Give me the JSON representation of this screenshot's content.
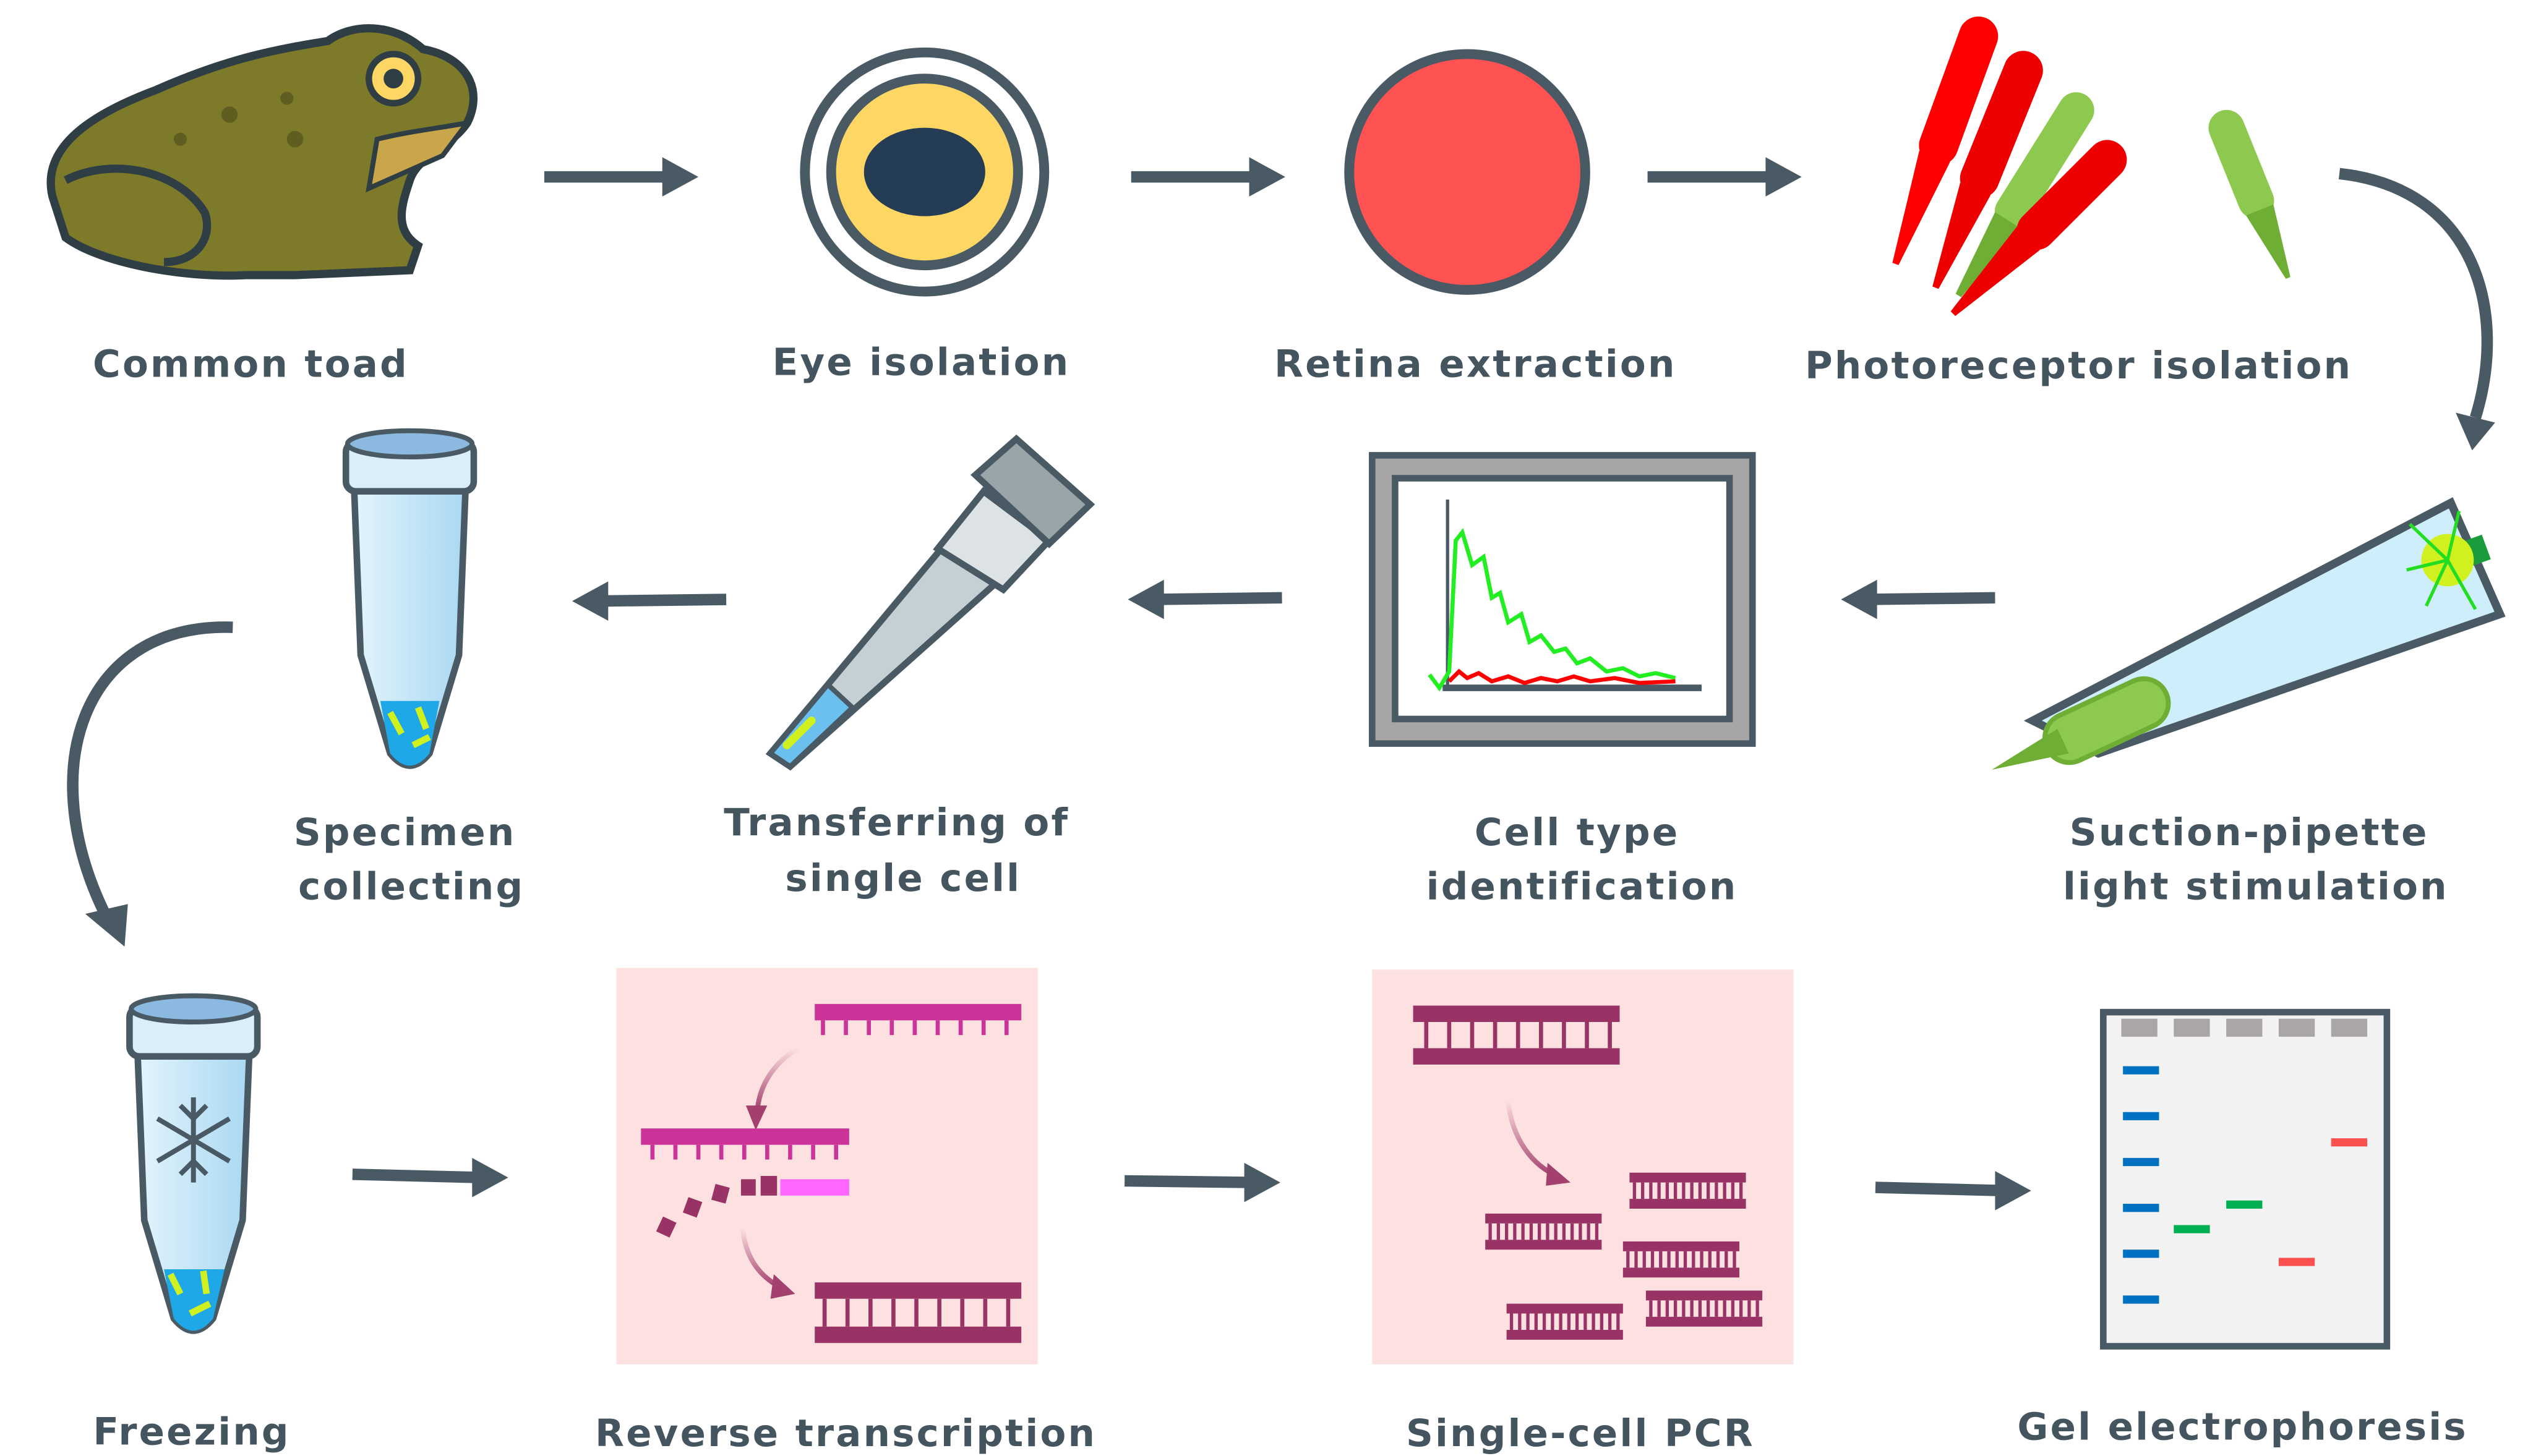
{
  "steps": [
    {
      "id": "common-toad",
      "label": [
        "Common toad"
      ]
    },
    {
      "id": "eye-isolation",
      "label": [
        "Eye isolation"
      ]
    },
    {
      "id": "retina-extraction",
      "label": [
        "Retina extraction"
      ]
    },
    {
      "id": "photoreceptor-isolation",
      "label": [
        "Photoreceptor isolation"
      ]
    },
    {
      "id": "suction-pipette",
      "label": [
        "Suction-pipette",
        "light stimulation"
      ]
    },
    {
      "id": "cell-type",
      "label": [
        "Cell type",
        "identification"
      ]
    },
    {
      "id": "transferring",
      "label": [
        "Transferring of",
        "single cell"
      ]
    },
    {
      "id": "specimen",
      "label": [
        "Specimen",
        "collecting"
      ]
    },
    {
      "id": "freezing",
      "label": [
        "Freezing"
      ]
    },
    {
      "id": "reverse-transcription",
      "label": [
        "Reverse transcription"
      ]
    },
    {
      "id": "single-cell-pcr",
      "label": [
        "Single-cell PCR"
      ]
    },
    {
      "id": "gel-electrophoresis",
      "label": [
        "Gel electrophoresis"
      ]
    }
  ],
  "colors": {
    "text": "#45555f",
    "arrow": "#4a5a65",
    "toad": "#7d7a2a",
    "eye_iris": "#fdd663",
    "eye_pupil": "#243d55",
    "retina": "#ff5252",
    "rod": "#ff0000",
    "cone": "#8dc94e",
    "panel": "#fde0e0",
    "dna_magenta": "#cc3399",
    "dna_dark": "#993366",
    "gel_blue": "#0070c0",
    "gel_green": "#00b050",
    "gel_red": "#ff5050",
    "trace_green": "#22ee22",
    "trace_red": "#ff0000"
  }
}
